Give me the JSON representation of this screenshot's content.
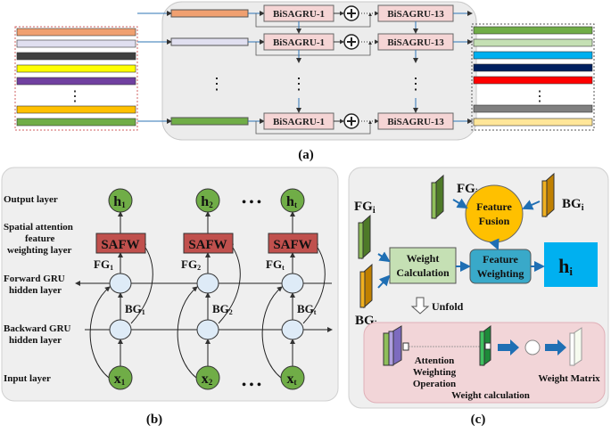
{
  "panel_a": {
    "caption": "(a)",
    "module_first": "BiSAGRU-1",
    "module_last": "BiSAGRU-13",
    "input_colors": [
      "#f0a070",
      "#e0dff0",
      "#404040",
      "#ffff00",
      "#7040a0",
      "#ffffff",
      "#ffc000",
      "#70ad47"
    ],
    "output_colors": [
      "#70ad47",
      "#c5e0b4",
      "#00b0f0",
      "#002060",
      "#ff0000",
      "#ffffff",
      "#808080",
      "#ffe699"
    ],
    "dots": "⋮"
  },
  "panel_b": {
    "caption": "(b)",
    "layer_labels": {
      "output": "Output layer",
      "attention_1": "Spatial attention",
      "attention_2": "feature",
      "attention_3": "weighting layer",
      "forward_1": "Forward GRU",
      "forward_2": "hidden layer",
      "backward_1": "Backward GRU",
      "backward_2": "hidden layer",
      "input": "Input layer"
    },
    "safw": "SAFW",
    "ellipsis": "• • •",
    "columns": [
      {
        "h": "h",
        "hs": "1",
        "fg": "FG",
        "fgs": "1",
        "bg": "BG",
        "bgs": "1",
        "x": "x",
        "xs": "1"
      },
      {
        "h": "h",
        "hs": "2",
        "fg": "FG",
        "fgs": "2",
        "bg": "BG",
        "bgs": "2",
        "x": "x",
        "xs": "2"
      },
      {
        "h": "h",
        "hs": "t",
        "fg": "FG",
        "fgs": "t",
        "bg": "BG",
        "bgs": "t",
        "x": "x",
        "xs": "t"
      }
    ]
  },
  "panel_c": {
    "caption": "(c)",
    "fg": "FG",
    "bg": "BG",
    "sub_i": "i",
    "feature_fusion_1": "Feature",
    "feature_fusion_2": "Fusion",
    "weight_calc_1": "Weight",
    "weight_calc_2": "Calculation",
    "feature_weighting_1": "Feature",
    "feature_weighting_2": "Weighting",
    "output_h": "h",
    "output_sub": "i",
    "unfold": "Unfold",
    "attention_1": "Attention",
    "attention_2": "Weighting",
    "attention_3": "Operation",
    "weight_matrix": "Weight Matrix",
    "weight_calculation": "Weight calculation"
  }
}
